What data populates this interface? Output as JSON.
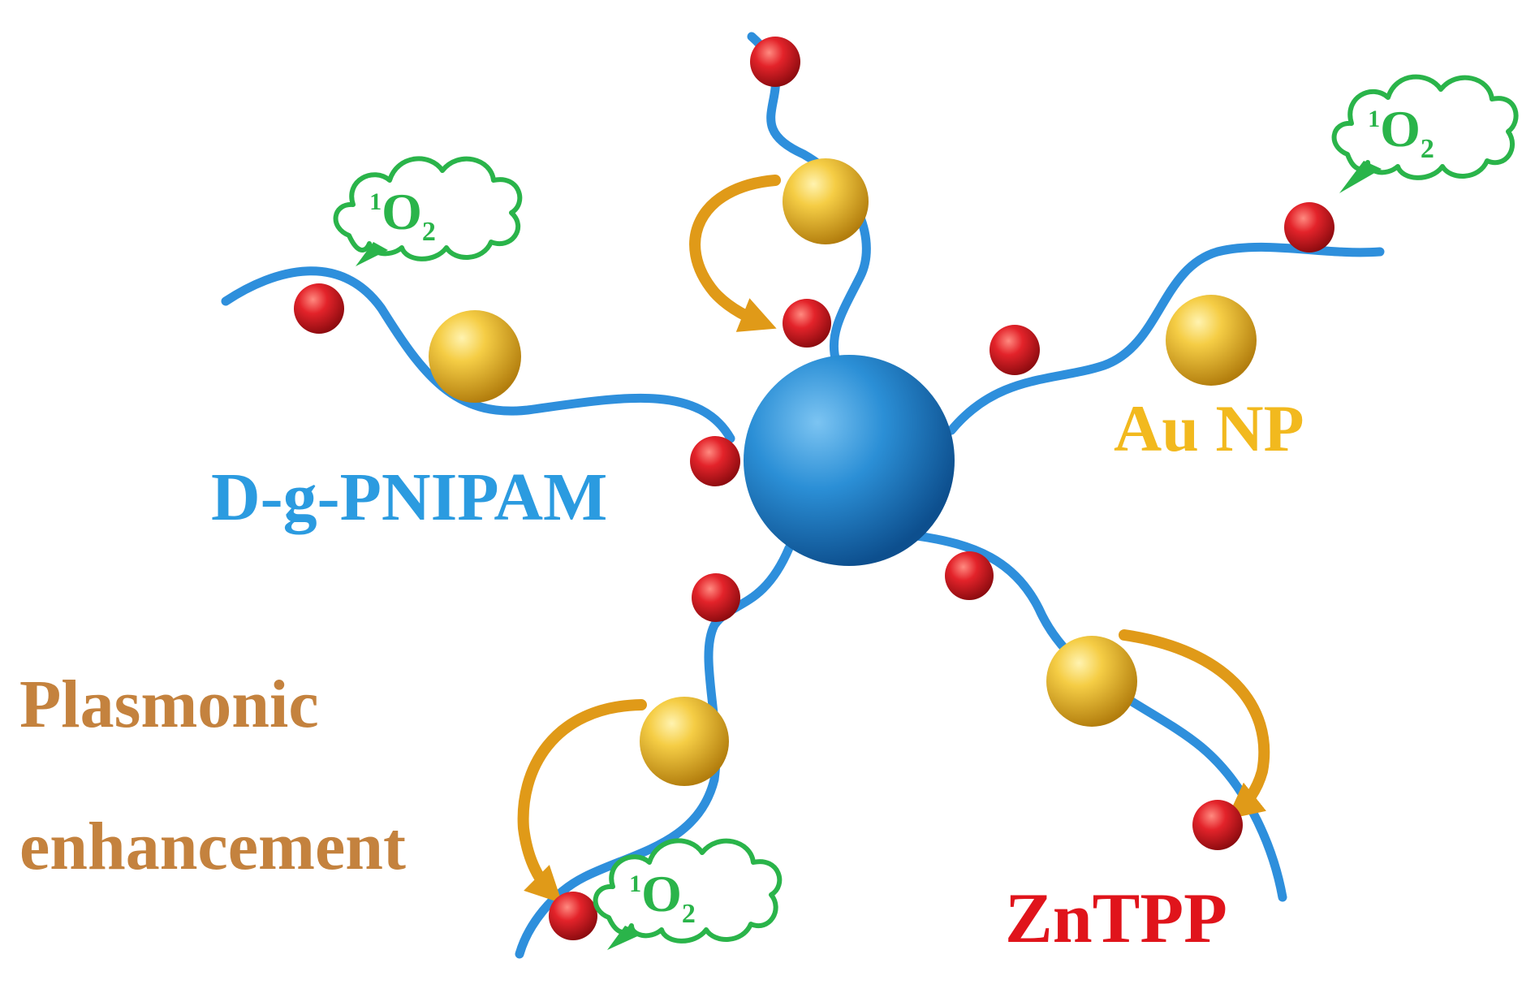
{
  "labels": {
    "polymer": "D-g-PNIPAM",
    "gold": "Au NP",
    "photosensitizer": "ZnTPP",
    "effect_line1": "Plasmonic",
    "effect_line2": "enhancement"
  },
  "singlet_oxygen": {
    "superscript": "1",
    "symbol": "O",
    "subscript": "2"
  },
  "colors": {
    "background": "#ffffff",
    "core": "#2b8fd6",
    "chain": "#2e8fdc",
    "gold_np": "#f2c43a",
    "porphyrin": "#d8191d",
    "arrow": "#e09a18",
    "cloud": "#2ab44a",
    "polymer_label": "#2b9be0",
    "gold_label": "#f2b91e",
    "photosensitizer_label": "#e0141b",
    "effect_label": "#c4823e"
  },
  "icons": [
    "blue-core-sphere",
    "gold-nanoparticle",
    "red-porphyrin-bead",
    "curved-energy-arrow",
    "thought-cloud"
  ]
}
